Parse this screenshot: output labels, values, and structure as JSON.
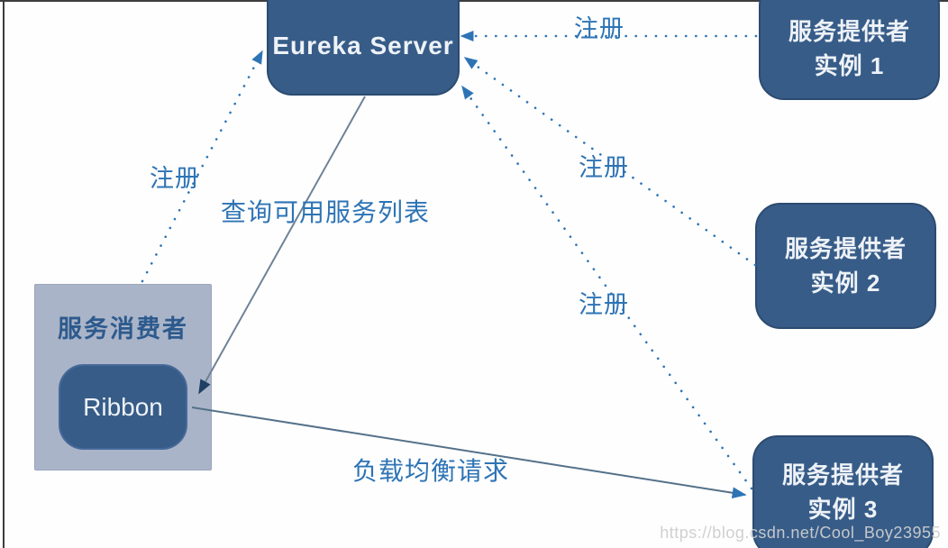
{
  "page": {
    "watermark": "https://blog.csdn.net/Cool_Boy23955"
  },
  "colors": {
    "node_fill": "#375c88",
    "node_border": "#2c4b70",
    "node_text": "#eef2f7",
    "consumer_fill": "#aab4c8",
    "consumer_label_text": "#2d5a8d",
    "edge_label_blue": "#2e74b5",
    "dotted_line": "#2e74b5",
    "solid_query_line": "#6e8296",
    "solid_load_line": "#54718a",
    "frame_line": "#3d3d3d",
    "watermark_gray": "#cdcdcd"
  },
  "nodes": {
    "eureka": {
      "label": "Eureka Server"
    },
    "provider1": {
      "title": "服务提供者",
      "subtitle": "实例 1"
    },
    "provider2": {
      "title": "服务提供者",
      "subtitle": "实例 2"
    },
    "provider3": {
      "title": "服务提供者",
      "subtitle": "实例 3"
    },
    "consumer": {
      "label": "服务消费者"
    },
    "ribbon": {
      "label": "Ribbon"
    }
  },
  "edges": {
    "consumer_register": {
      "label": "注册",
      "style": "dotted",
      "from": "consumer",
      "to": "eureka"
    },
    "provider1_register": {
      "label": "注册",
      "style": "dotted",
      "from": "provider1",
      "to": "eureka"
    },
    "provider2_register": {
      "label": "注册",
      "style": "dotted",
      "from": "provider2",
      "to": "eureka"
    },
    "provider3_register": {
      "label": "注册",
      "style": "dotted",
      "from": "provider3",
      "to": "eureka"
    },
    "query_services": {
      "label": "查询可用服务列表",
      "style": "solid",
      "from": "eureka",
      "to": "ribbon"
    },
    "load_balance_request": {
      "label": "负载均衡请求",
      "style": "solid",
      "from": "ribbon",
      "to": "provider3"
    }
  }
}
